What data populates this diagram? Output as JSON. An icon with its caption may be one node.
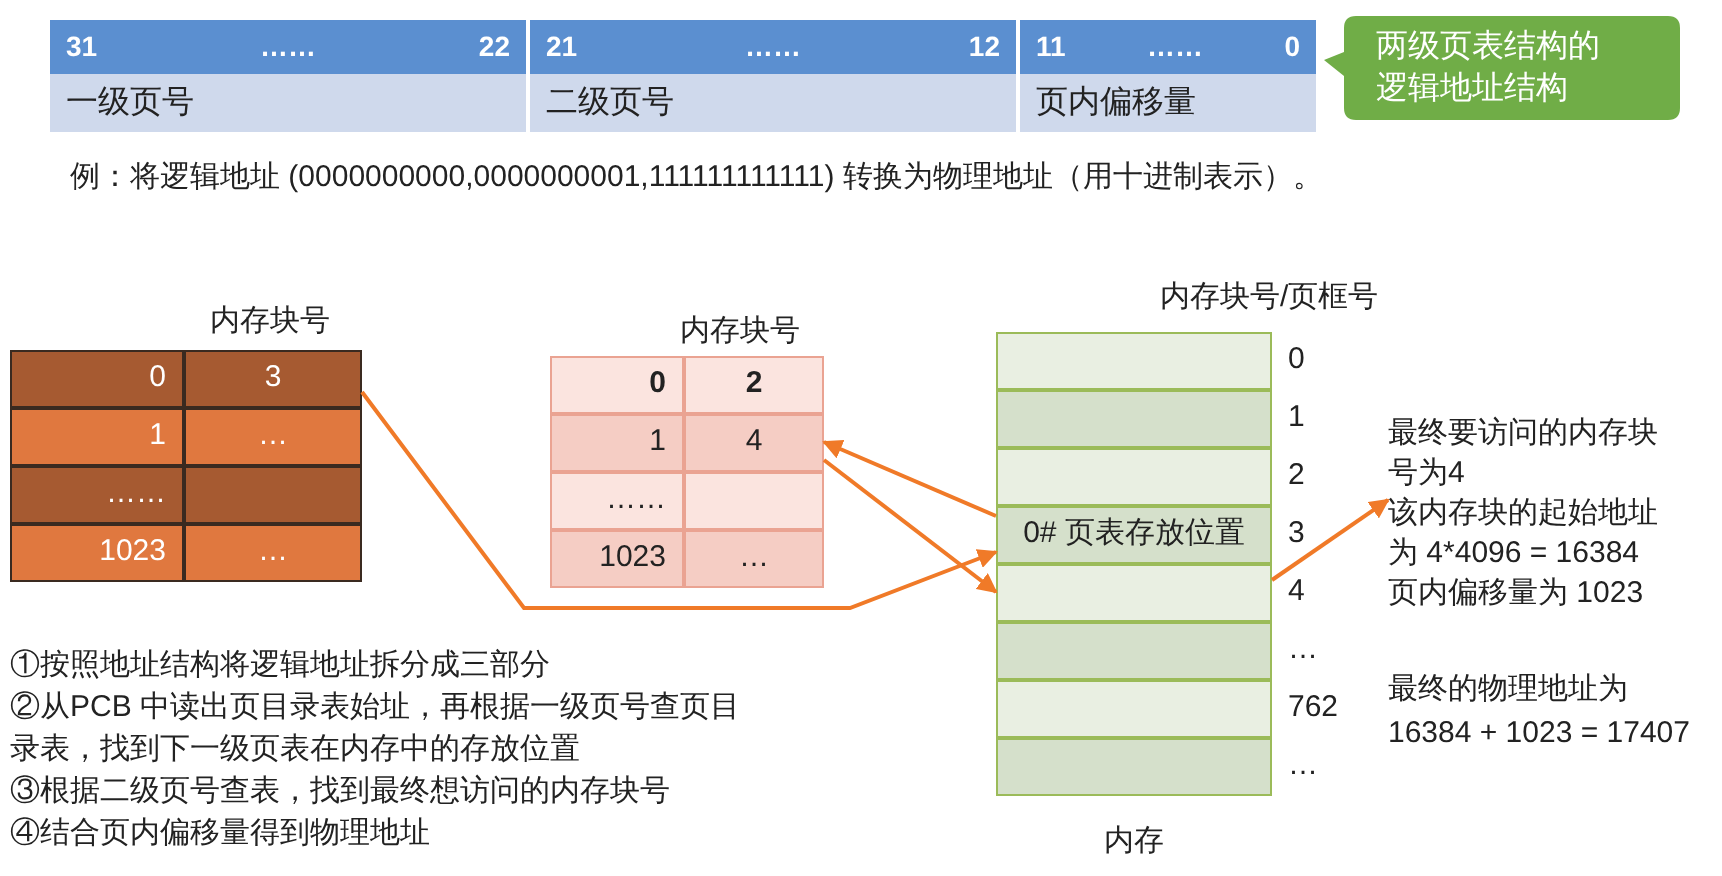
{
  "diagram": {
    "nodes": [
      {
        "text": [
          "两级页表结构的逻辑地址结构"
        ]
      },
      {
        "text": [
          "内存块号"
        ]
      },
      {
        "text": [
          "0"
        ],
        "in": 1
      },
      {
        "text": [
          "3"
        ],
        "in": 1
      },
      {
        "text": [
          "1"
        ],
        "in": 1
      },
      {
        "text": [
          "…"
        ],
        "in": 1
      },
      {
        "text": [
          "……"
        ],
        "in": 1
      },
      {
        "text": [],
        "shape": "box",
        "in": 1
      },
      {
        "text": [
          "1023"
        ],
        "in": 1
      },
      {
        "text": [
          "…"
        ],
        "in": 1
      },
      {
        "text": [
          "内存块号"
        ]
      },
      {
        "text": [
          "0"
        ],
        "in": 10
      },
      {
        "text": [
          "2"
        ],
        "in": 10
      },
      {
        "text": [
          "1"
        ],
        "in": 10
      },
      {
        "text": [
          "4"
        ],
        "in": 10
      },
      {
        "text": [
          "……"
        ],
        "in": 10
      },
      {
        "text": [],
        "shape": "box",
        "in": 10
      },
      {
        "text": [
          "1023"
        ],
        "in": 10
      },
      {
        "text": [
          "…"
        ],
        "in": 10
      },
      {
        "text": [
          "内存块号/页框号",
          "内存"
        ]
      },
      {
        "text": [],
        "shape": "box",
        "in": 19,
        "beside": [
          "0"
        ]
      },
      {
        "text": [],
        "shape": "box",
        "in": 19,
        "beside": [
          "1"
        ]
      },
      {
        "text": [],
        "shape": "box",
        "in": 19,
        "beside": [
          "2"
        ]
      },
      {
        "text": [
          "0# 页表存放位置"
        ],
        "in": 19,
        "beside": [
          "3"
        ]
      },
      {
        "text": [],
        "shape": "box",
        "in": 19,
        "beside": [
          "4"
        ]
      },
      {
        "text": [],
        "shape": "box",
        "in": 19,
        "beside": [
          "…"
        ]
      },
      {
        "text": [],
        "shape": "box",
        "in": 19,
        "beside": [
          "762"
        ]
      },
      {
        "text": [],
        "shape": "box",
        "in": 19,
        "beside": [
          "…"
        ]
      },
      {
        "text": [
          "最终要访问的内存块号为4",
          "该内存块的起始地址为 4*4096 = 16384",
          "页内偏移量为 1023"
        ]
      }
    ],
    "edges": [
      {
        "from": 3,
        "to": 23,
        "arrow": "to"
      },
      {
        "from": 23,
        "to": 14,
        "arrow": "to"
      },
      {
        "from": 14,
        "to": 24,
        "arrow": "to"
      },
      {
        "from": 24,
        "to": 28,
        "arrow": "to"
      }
    ],
    "labels": [
      "31",
      "……",
      "22",
      "21",
      "……",
      "12",
      "11",
      "……",
      "0",
      "一级页号",
      "二级页号",
      "页内偏移量",
      "例：将逻辑地址 (0000000000,0000000001,111111111111) 转换为物理地址（用十进制表示）。",
      "最终的物理地址为 16384 + 1023 = 17407",
      "①按照地址结构将逻辑地址拆分成三部分",
      "②从PCB 中读出页目录表始址，再根据一级页号查页目录表，找到下一级页表在内存中的存放位置",
      "③根据二级页号查表，找到最终想访问的内存块号",
      "④结合页内偏移量得到物理地址"
    ]
  }
}
